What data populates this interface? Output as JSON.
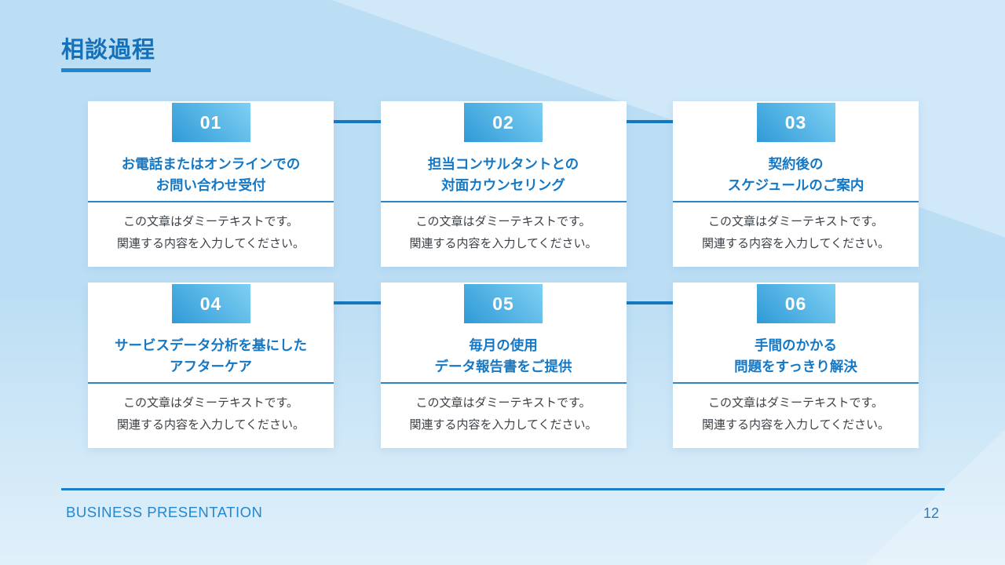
{
  "slide": {
    "title": "相談過程",
    "footer": {
      "brand": "BUSINESS PRESENTATION",
      "page_number": "12"
    }
  },
  "steps": [
    {
      "number": "01",
      "title_line1": "お電話またはオンラインでの",
      "title_line2": "お問い合わせ受付",
      "body_line1": "この文章はダミーテキストです。",
      "body_line2": "関連する内容を入力してください。"
    },
    {
      "number": "02",
      "title_line1": "担当コンサルタントとの",
      "title_line2": "対面カウンセリング",
      "body_line1": "この文章はダミーテキストです。",
      "body_line2": "関連する内容を入力してください。"
    },
    {
      "number": "03",
      "title_line1": "契約後の",
      "title_line2": "スケジュールのご案内",
      "body_line1": "この文章はダミーテキストです。",
      "body_line2": "関連する内容を入力してください。"
    },
    {
      "number": "04",
      "title_line1": "サービスデータ分析を基にした",
      "title_line2": "アフターケア",
      "body_line1": "この文章はダミーテキストです。",
      "body_line2": "関連する内容を入力してください。"
    },
    {
      "number": "05",
      "title_line1": "毎月の使用",
      "title_line2": "データ報告書をご提供",
      "body_line1": "この文章はダミーテキストです。",
      "body_line2": "関連する内容を入力してください。"
    },
    {
      "number": "06",
      "title_line1": "手間のかかる",
      "title_line2": "問題をすっきり解決",
      "body_line1": "この文章はダミーテキストです。",
      "body_line2": "関連する内容を入力してください。"
    }
  ],
  "colors": {
    "accent_blue": "#1478bf",
    "badge_gradient_start": "#2f9ad7",
    "badge_gradient_end": "#7fd0f3",
    "heading_text": "#1470b8",
    "card_title_text": "#1578c5",
    "body_text": "#3c4147",
    "background": "#bcdef4"
  }
}
